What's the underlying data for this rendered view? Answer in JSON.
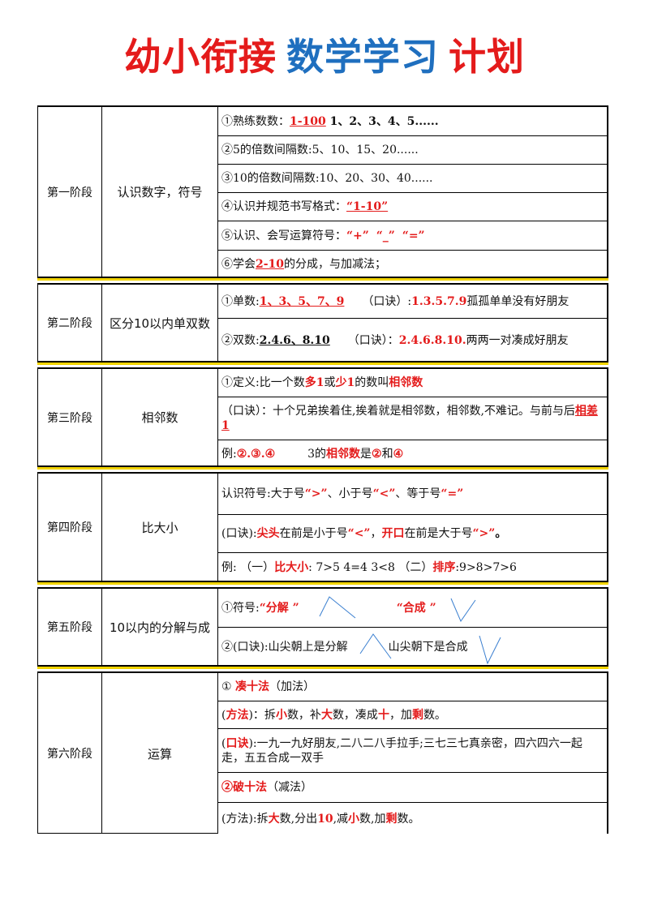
{
  "title": {
    "part1": "幼小衔接",
    "part2": "数学学习",
    "part3": "计划"
  },
  "stages": [
    {
      "stage": "第一阶段",
      "topic": "认识数字，符号",
      "rows": [
        {
          "prefix": "①熟练数数：",
          "hl": "1-100",
          "suffix": " 1、2、3、4、5......"
        },
        {
          "text": "②5的倍数间隔数:5、10、15、20......"
        },
        {
          "text": "③10的倍数间隔数:10、20、30、40......"
        },
        {
          "prefix": "④认识并规范书写格式：",
          "hl": "“1-10”"
        },
        {
          "prefix": "⑤认识、会写运算符号：",
          "sym1": "“+”",
          "sym2": "“_”",
          "sym3": "“=”"
        },
        {
          "prefix": "⑥学会",
          "hl": "2-10",
          "suffix": "的分成，与加减法；"
        }
      ]
    },
    {
      "stage": "第二阶段",
      "topic": "区分10以内单双数",
      "rows": [
        {
          "prefix": "①单数:",
          "hl": "1、3、5、7、9",
          "mid": "（口诀）:",
          "hl2": "1.3.5.7.9",
          "suffix": "孤孤单单没有好朋友"
        },
        {
          "prefix": "②双数:",
          "hl": "2.4.6、8.10",
          "mid": "（口诀）：",
          "hl2": "2.4.6.8.10.",
          "suffix": "两两一对凑成好朋友"
        }
      ]
    },
    {
      "stage": "第三阶段",
      "topic": "相邻数",
      "rows": [
        {
          "p1": "①定义:比一个数",
          "h1": "多1",
          "p2": "或",
          "h2": "少1",
          "p3": "的数叫",
          "h3": "相邻数"
        },
        {
          "prefix": "（口诀）：十个兄弟挨着住,挨着就是相邻数，相邻数,不难记。与前与后",
          "hl": "相差1"
        },
        {
          "p1": "例:",
          "h1": "②.③.④",
          "p2": "3的",
          "h2": "相邻数",
          "p3": "是",
          "h3": "②",
          "p4": "和",
          "h4": "④"
        }
      ]
    },
    {
      "stage": "第四阶段",
      "topic": "比大小",
      "rows": [
        {
          "p1": "认识符号:大于号",
          "h1": "“>”",
          "p2": "、小于号",
          "h2": "“<”",
          "p3": "、等于号",
          "h3": "“=”"
        },
        {
          "p1": "(口诀):",
          "h1": "尖头",
          "p2": "在前是小于号",
          "h2": "“<”",
          "p3": "，",
          "h3": "开口",
          "p4": "在前是大于号",
          "h4": "“>”",
          "p5": "。"
        },
        {
          "p1": "例: （一）",
          "h1": "比大小",
          "p2": ": 7>5  4=4  3<8 （二）",
          "h2": "排序",
          "p3": ":9>8>7>6"
        }
      ]
    },
    {
      "stage": "第五阶段",
      "topic": "10以内的分解与成",
      "rows": [
        {
          "p1": "①符号:",
          "h1": "“分解 ”",
          "h2": "“合成 ”"
        },
        {
          "p1": "②(口诀):山尖朝上是分解",
          "p2": "山尖朝下是合成"
        }
      ]
    },
    {
      "stage": "第六阶段",
      "topic": "运算",
      "rows": [
        {
          "p1": "① ",
          "h1": "凑十法",
          "p2": "（加法）"
        },
        {
          "p1": "(",
          "h1": "方法",
          "p2": ")：拆",
          "h2": "小",
          "p3": "数，补",
          "h3": "大",
          "p4": "数，凑成",
          "h4": "十",
          "p5": "，加",
          "h5": "剩",
          "p6": "数。"
        },
        {
          "p1": "(",
          "h1": "口诀",
          "p2": "):一九一九好朋友,二八二八手拉手;三七三七真亲密，四六四六一起走，五五合成一双手"
        },
        {
          "h1": "②破十法",
          "p2": "（减法）"
        },
        {
          "p1": "(方法):拆",
          "h1": "大",
          "p2": "数,分出",
          "h2": "10",
          "p3": ",减",
          "h3": "小",
          "p4": "数,加",
          "h4": "剩",
          "p5": "数。"
        }
      ]
    }
  ],
  "colors": {
    "red": "#e41b1b",
    "blue": "#1f6fbf",
    "gold": "#f2d400"
  }
}
